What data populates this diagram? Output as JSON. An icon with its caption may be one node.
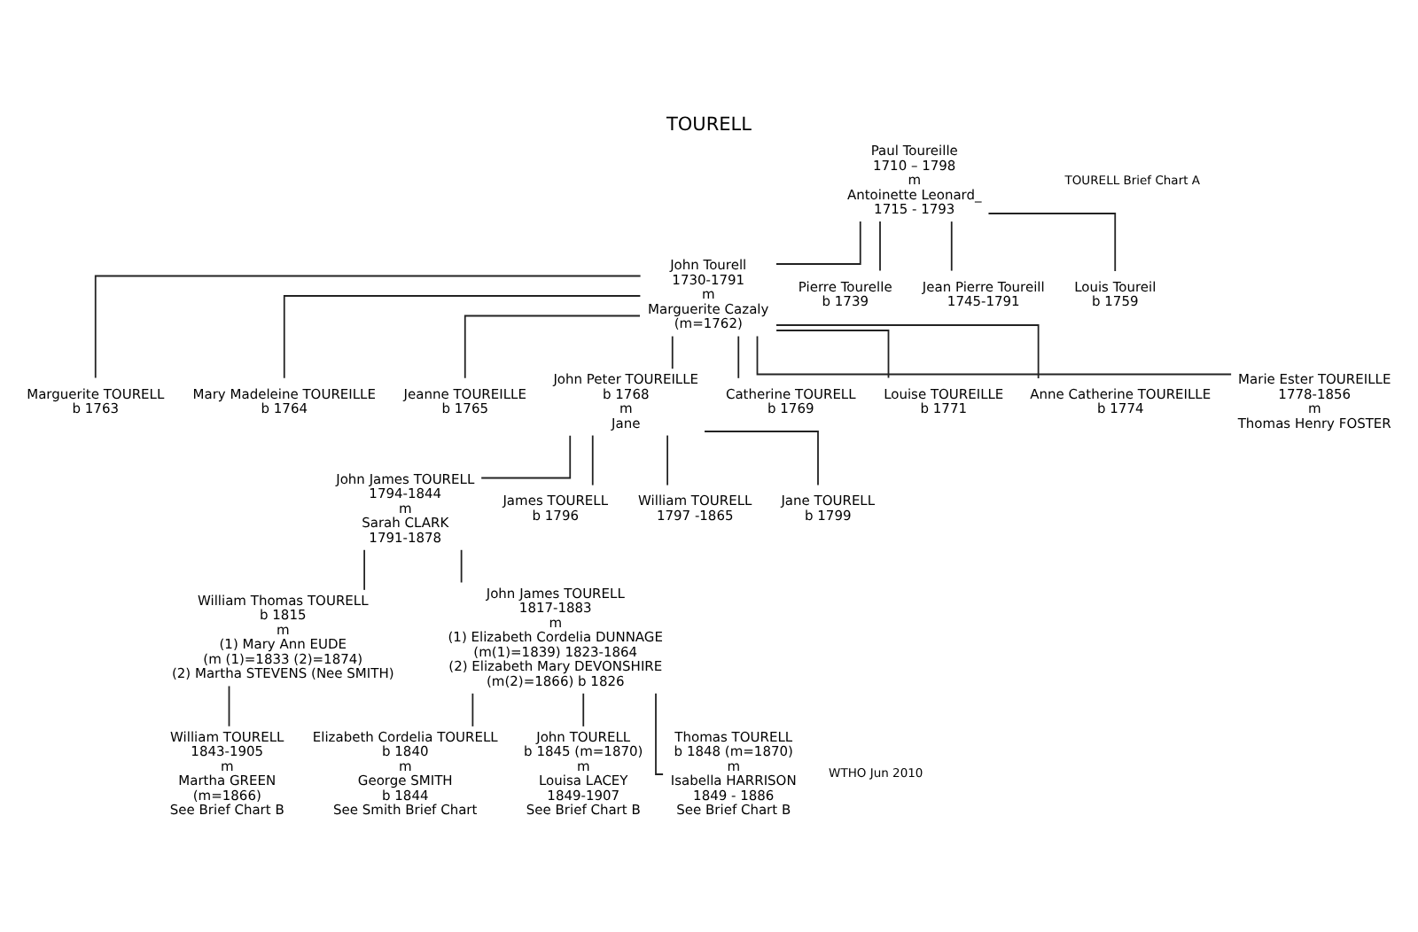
{
  "diagram": {
    "title": "TOURELL",
    "nodes": [
      {
        "text": [
          "Paul Toureille",
          "1710 – 1798",
          "m",
          "Antoinette Leonard_",
          "1715 - 1793"
        ]
      },
      {
        "text": [
          "John Tourell",
          "1730-1791",
          "m",
          "Marguerite Cazaly",
          "(m=1762)"
        ]
      },
      {
        "text": [
          "Pierre Tourelle",
          "b 1739"
        ]
      },
      {
        "text": [
          "Jean Pierre Toureill",
          "1745-1791"
        ]
      },
      {
        "text": [
          "Louis Toureil",
          "b 1759"
        ]
      },
      {
        "text": [
          "Marguerite TOURELL",
          "b 1763"
        ]
      },
      {
        "text": [
          "Mary Madeleine TOUREILLE",
          "b 1764"
        ]
      },
      {
        "text": [
          "Jeanne TOUREILLE",
          "b 1765"
        ]
      },
      {
        "text": [
          "John Peter TOUREILLE",
          "b 1768",
          "m",
          "Jane"
        ]
      },
      {
        "text": [
          "Catherine TOURELL",
          "b 1769"
        ]
      },
      {
        "text": [
          "Louise TOUREILLE",
          "b 1771"
        ]
      },
      {
        "text": [
          "Anne Catherine TOUREILLE",
          "b 1774"
        ]
      },
      {
        "text": [
          "Marie Ester TOUREILLE",
          "1778-1856",
          "m",
          "Thomas Henry FOSTER"
        ]
      },
      {
        "text": [
          "John James TOURELL",
          "1794-1844",
          "m",
          "Sarah CLARK",
          "1791-1878"
        ]
      },
      {
        "text": [
          "James TOURELL",
          "b 1796"
        ]
      },
      {
        "text": [
          "William TOURELL",
          "1797 -1865"
        ]
      },
      {
        "text": [
          "Jane TOURELL",
          "b 1799"
        ]
      },
      {
        "text": [
          "William Thomas TOURELL",
          "b 1815",
          "m",
          "(1) Mary Ann EUDE",
          "(m (1)=1833 (2)=1874)",
          "(2) Martha STEVENS (Nee SMITH)"
        ]
      },
      {
        "text": [
          "John James TOURELL",
          "1817-1883",
          "m",
          "(1) Elizabeth Cordelia DUNNAGE",
          "(m(1)=1839) 1823-1864",
          "(2) Elizabeth Mary DEVONSHIRE",
          "(m(2)=1866) b 1826"
        ]
      },
      {
        "text": [
          "William TOURELL",
          "1843-1905",
          "m",
          "Martha GREEN",
          "(m=1866)",
          "See Brief Chart B"
        ]
      },
      {
        "text": [
          "Elizabeth Cordelia TOURELL",
          "b 1840",
          "m",
          "George SMITH",
          "b 1844",
          "See Smith Brief Chart"
        ]
      },
      {
        "text": [
          "John TOURELL",
          "b 1845 (m=1870)",
          "m",
          "Louisa LACEY",
          "1849-1907",
          "See Brief Chart B"
        ]
      },
      {
        "text": [
          "Thomas TOURELL",
          "b 1848 (m=1870)",
          "m",
          "Isabella HARRISON",
          "1849 - 1886",
          "See Brief Chart B"
        ]
      }
    ],
    "edges": [
      {
        "from": 0,
        "to": 1,
        "arrow": "none"
      },
      {
        "from": 0,
        "to": 2,
        "arrow": "none"
      },
      {
        "from": 0,
        "to": 3,
        "arrow": "none"
      },
      {
        "from": 0,
        "to": 4,
        "arrow": "none"
      },
      {
        "from": 1,
        "to": 5,
        "arrow": "none"
      },
      {
        "from": 1,
        "to": 6,
        "arrow": "none"
      },
      {
        "from": 1,
        "to": 7,
        "arrow": "none"
      },
      {
        "from": 1,
        "to": 8,
        "arrow": "none"
      },
      {
        "from": 1,
        "to": 9,
        "arrow": "none"
      },
      {
        "from": 1,
        "to": 10,
        "arrow": "none"
      },
      {
        "from": 1,
        "to": 11,
        "arrow": "none"
      },
      {
        "from": 1,
        "to": 12,
        "arrow": "none"
      },
      {
        "from": 8,
        "to": 13,
        "arrow": "none"
      },
      {
        "from": 8,
        "to": 14,
        "arrow": "none"
      },
      {
        "from": 8,
        "to": 15,
        "arrow": "none"
      },
      {
        "from": 8,
        "to": 16,
        "arrow": "none"
      },
      {
        "from": 13,
        "to": 17,
        "arrow": "none"
      },
      {
        "from": 13,
        "to": 18,
        "arrow": "none"
      },
      {
        "from": 17,
        "to": 19,
        "arrow": "none"
      },
      {
        "from": 18,
        "to": 20,
        "arrow": "none"
      },
      {
        "from": 18,
        "to": 21,
        "arrow": "none"
      },
      {
        "from": 18,
        "to": 22,
        "arrow": "none"
      }
    ],
    "labels": [
      "TOURELL Brief Chart A",
      "WTHO Jun 2010"
    ]
  }
}
